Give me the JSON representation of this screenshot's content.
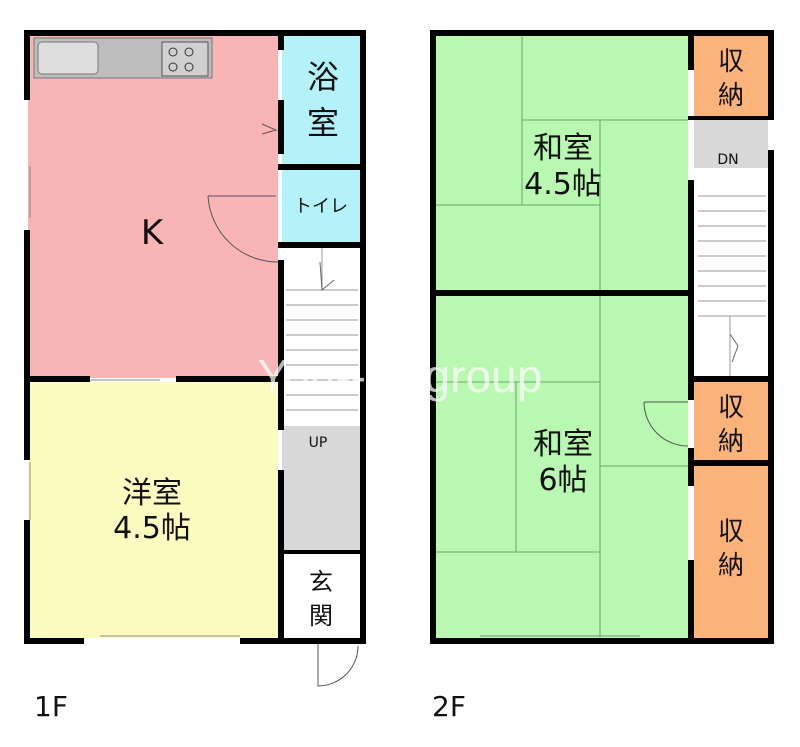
{
  "floors": {
    "first": {
      "label": "1F",
      "rooms": {
        "kitchen": "K",
        "bath_line1": "浴",
        "bath_line2": "室",
        "toilet": "トイレ",
        "western_line1": "洋室",
        "western_line2": "4.5帖",
        "entrance_line1": "玄",
        "entrance_line2": "関"
      },
      "stairs_label": "UP"
    },
    "second": {
      "label": "2F",
      "rooms": {
        "japanese_a_line1": "和室",
        "japanese_a_line2": "4.5帖",
        "japanese_b_line1": "和室",
        "japanese_b_line2": "6帖",
        "storage_line1": "収",
        "storage_line2": "納"
      },
      "stairs_label": "DN"
    }
  },
  "watermark": "You----- group",
  "colors": {
    "kitchen": "#f9b4b6",
    "bath": "#b3f2f9",
    "western": "#fbfbbf",
    "japanese": "#b8f8b0",
    "storage": "#fbb37a",
    "hall": "#d8d8d8",
    "wall": "#000000",
    "counter": "#bdbdbd"
  }
}
